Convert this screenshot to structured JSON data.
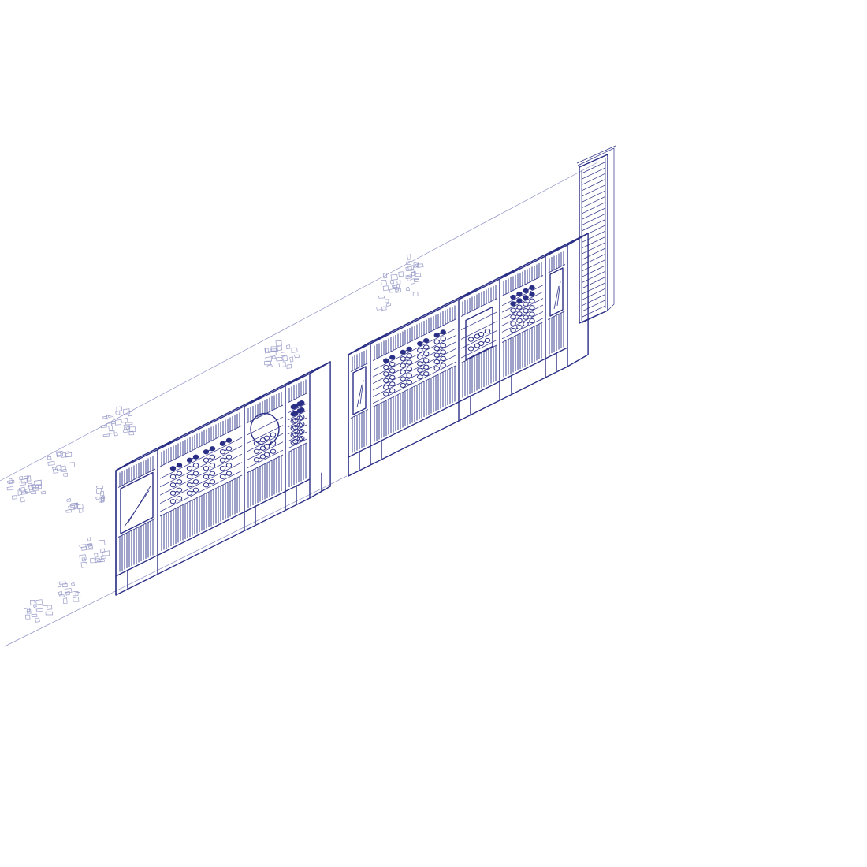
{
  "drawing": {
    "style": "isometric line drawing",
    "colors": {
      "ink": "#2a2f86",
      "wall_line": "#8e91c6",
      "stone_texture": "#9a9dc9",
      "background": "#ffffff"
    }
  },
  "elements": {
    "wall": "wall-outline",
    "stone_patches": "stone-texture",
    "cabinet_left": "display-cabinet",
    "cabinet_right": "display-cabinet",
    "door": "louvered-door",
    "round_mirror": "round-mirror",
    "square_mirror": "square-mirror",
    "eyewear": "eyeglasses-icon"
  }
}
